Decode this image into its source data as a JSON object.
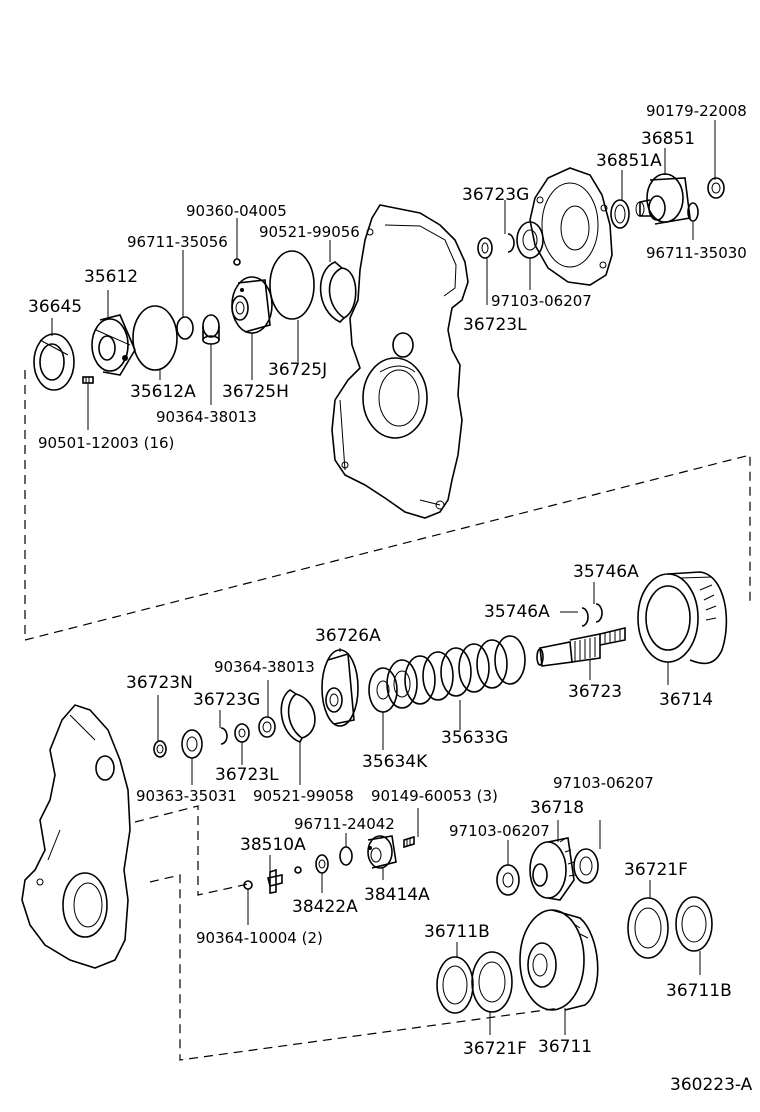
{
  "labels": {
    "p90179_22008": "90179-22008",
    "p36851": "36851",
    "p36851A": "36851A",
    "p36723G_top": "36723G",
    "p90360_04005": "90360-04005",
    "p96711_35056": "96711-35056",
    "p90521_99056": "90521-99056",
    "p96711_35030": "96711-35030",
    "p97103_06207_top": "97103-06207",
    "p36723L_top": "36723L",
    "p35612": "35612",
    "p36645": "36645",
    "p36725J": "36725J",
    "p35612A": "35612A",
    "p36725H": "36725H",
    "p90364_38013_top": "90364-38013",
    "p90501_12003": "90501-12003 (16)",
    "p35746A_right": "35746A",
    "p35746A_left": "35746A",
    "p36726A": "36726A",
    "p90364_38013_mid": "90364-38013",
    "p36723N": "36723N",
    "p36723G_mid": "36723G",
    "p36723": "36723",
    "p36714": "36714",
    "p36723L_mid": "36723L",
    "p35634K": "35634K",
    "p35633G": "35633G",
    "p90363_35031": "90363-35031",
    "p90521_99058": "90521-99058",
    "p90149_60053": "90149-60053 (3)",
    "p97103_06207_right": "97103-06207",
    "p96711_24042": "96711-24042",
    "p36718": "36718",
    "p97103_06207_left": "97103-06207",
    "p38510A": "38510A",
    "p36721F_right": "36721F",
    "p38422A": "38422A",
    "p38414A": "38414A",
    "p90364_10004": "90364-10004 (2)",
    "p36711B_top": "36711B",
    "p36711B_right": "36711B",
    "p36721F_bottom": "36721F",
    "p36711": "36711",
    "diagram_code": "360223-A"
  }
}
